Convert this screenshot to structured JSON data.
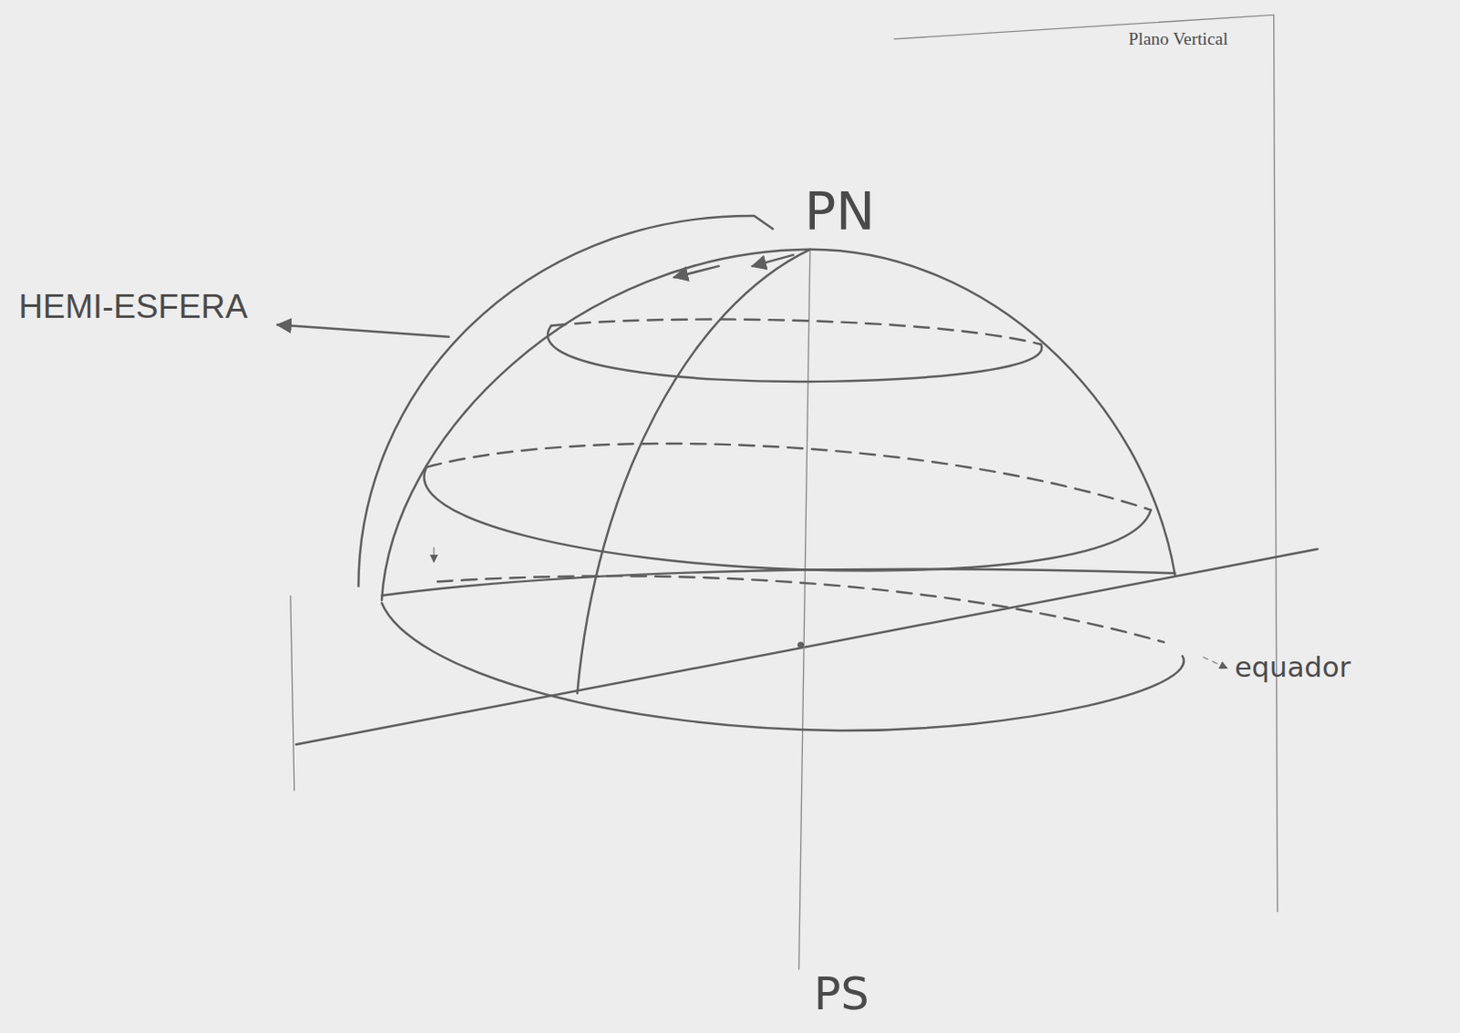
{
  "diagram": {
    "labels": [
      "Plano Vertical",
      "PN",
      "HEMI-ESFERA",
      "equador",
      "PS"
    ]
  }
}
